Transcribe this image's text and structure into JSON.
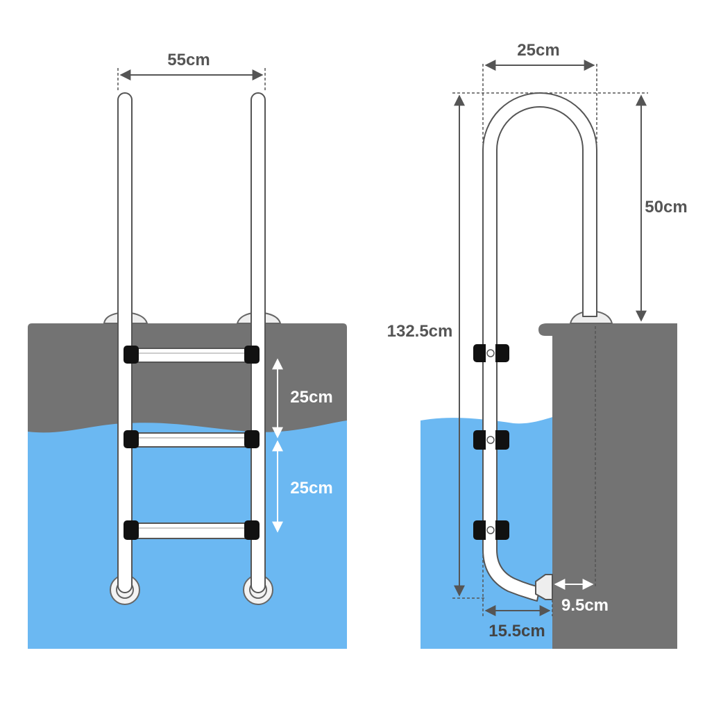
{
  "diagram": {
    "front_view": {
      "width_label": "55cm",
      "step_spacing_upper_label": "25cm",
      "step_spacing_lower_label": "25cm"
    },
    "side_view": {
      "handle_width_label": "25cm",
      "handle_height_label": "50cm",
      "total_height_label": "132.5cm",
      "wall_offset_label": "9.5cm",
      "base_depth_label": "15.5cm"
    }
  },
  "colors": {
    "deck_gray": "#737373",
    "water_blue": "#6bb8f2",
    "step_black": "#111111",
    "dimension_line": "#555555",
    "label_text": "#555555"
  }
}
